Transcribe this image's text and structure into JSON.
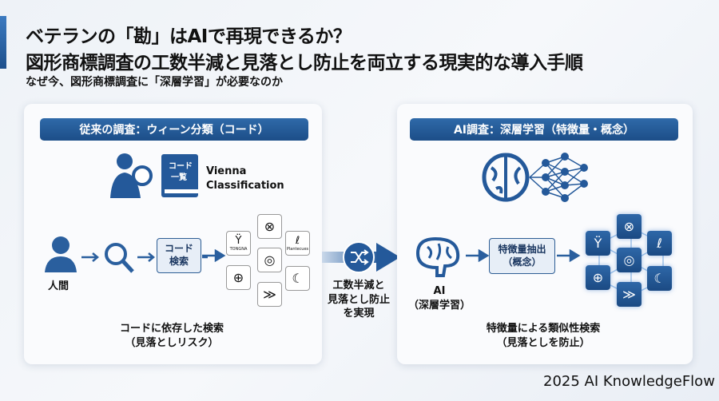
{
  "title": {
    "line1": "ベテランの「勘」はAIで再現できるか？",
    "line2": "図形商標調査の工数半減と見落とし防止を両立する現実的な導入手順",
    "subtitle": "なぜ今、図形商標調査に「深層学習」が必要なのか"
  },
  "left": {
    "header": "従来の調査：ウィーン分類（コード）",
    "book_label": "コード\n一覧",
    "vienna": "Vienna",
    "classification": "Classification",
    "human": "人間",
    "code_search_1": "コード",
    "code_search_2": "検索",
    "caption1": "コードに依存した検索",
    "caption2": "（見落としリスク）",
    "logo_texts": [
      "TONGNA",
      "Plantecues"
    ]
  },
  "middle": {
    "line1": "工数半減と",
    "line2": "見落とし防止",
    "line3": "を実現",
    "icon": "shuffle-icon"
  },
  "right": {
    "header": "AI調査：深層学習（特徴量・概念）",
    "ai": "AI",
    "ai_sub": "（深層学習）",
    "feature_1": "特徴量抽出",
    "feature_2": "（概念）",
    "caption1": "特徴量による類似性検索",
    "caption2": "（見落としを防止）"
  },
  "footer": "2025 AI KnowledgeFlow",
  "colors": {
    "accent": "#1d4f8c",
    "header": "#2f6aa9"
  }
}
